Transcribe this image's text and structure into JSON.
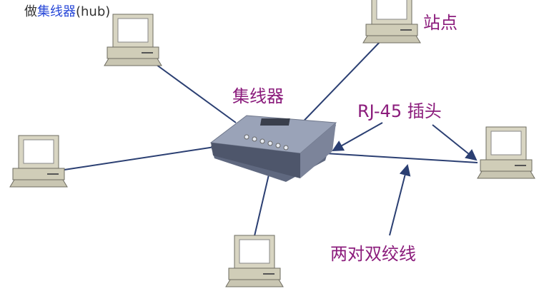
{
  "title": {
    "prefix": "做",
    "highlight": "集线器",
    "suffix": "(hub)"
  },
  "labels": {
    "hub": "集线器",
    "station": "站点",
    "rj45": "RJ-45 插头",
    "cable": "两对双绞线"
  },
  "colors": {
    "label": "#8b1c7c",
    "line": "#2b3f72",
    "pc": "#d8d5c2",
    "hub": "#8e97ad"
  }
}
